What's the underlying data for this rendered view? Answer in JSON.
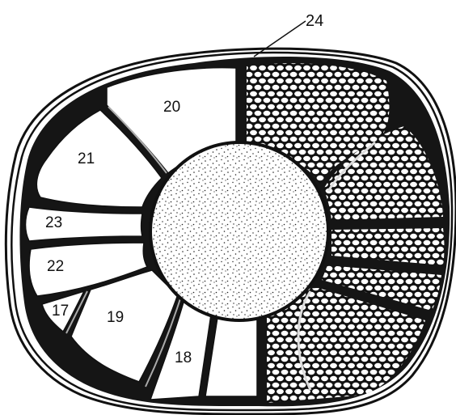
{
  "colors": {
    "background": "#ffffff",
    "ink": "#111111",
    "compartment_fill": "#ffffff",
    "stipple": "#222222"
  },
  "labels": {
    "n17": "17",
    "n18": "18",
    "n19": "19",
    "n20": "20",
    "n21": "21",
    "n22": "22",
    "n23": "23",
    "n24": "24"
  }
}
